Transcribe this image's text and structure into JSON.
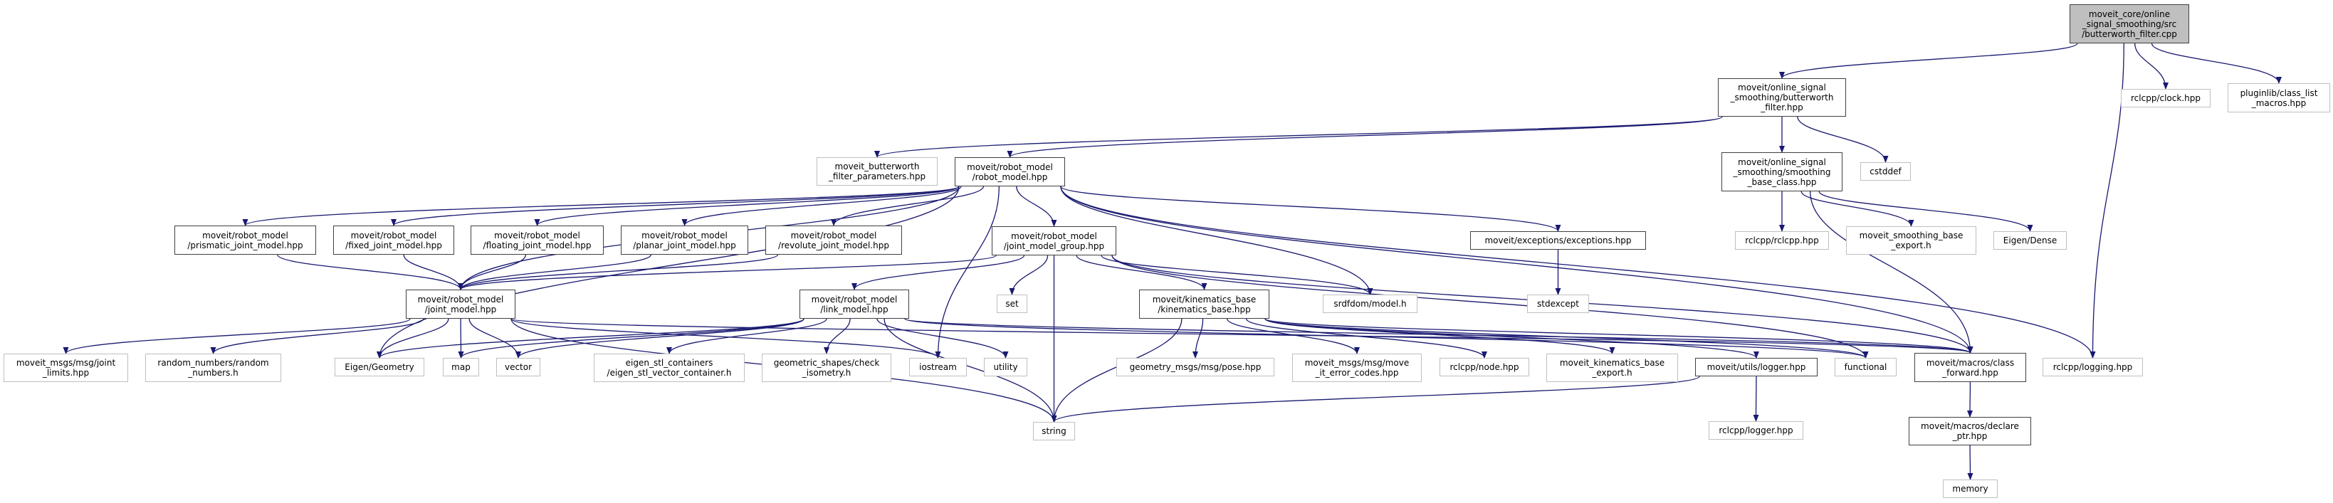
{
  "colors": {
    "edge": "#191970",
    "documented_border": "#404040",
    "external_border": "#bfbfbf",
    "root_fill": "#bfbfbf"
  },
  "nodes": [
    {
      "id": "main",
      "label": "moveit_core/online\n_signal_smoothing/src\n/butterworth_filter.cpp",
      "kind": "main"
    },
    {
      "id": "bw",
      "label": "moveit/online_signal\n_smoothing/butterworth\n_filter.hpp",
      "kind": "doc"
    },
    {
      "id": "clock",
      "label": "rclcpp/clock.hpp",
      "kind": "ext"
    },
    {
      "id": "classlist",
      "label": "pluginlib/class_list\n_macros.hpp",
      "kind": "ext"
    },
    {
      "id": "bwparams",
      "label": "moveit_butterworth\n_filter_parameters.hpp",
      "kind": "ext"
    },
    {
      "id": "robotmodel",
      "label": "moveit/robot_model\n/robot_model.hpp",
      "kind": "doc"
    },
    {
      "id": "smoothbase",
      "label": "moveit/online_signal\n_smoothing/smoothing\n_base_class.hpp",
      "kind": "doc"
    },
    {
      "id": "cstddef",
      "label": "cstddef",
      "kind": "ext"
    },
    {
      "id": "prismatic",
      "label": "moveit/robot_model\n/prismatic_joint_model.hpp",
      "kind": "doc"
    },
    {
      "id": "fixed",
      "label": "moveit/robot_model\n/fixed_joint_model.hpp",
      "kind": "doc"
    },
    {
      "id": "floating",
      "label": "moveit/robot_model\n/floating_joint_model.hpp",
      "kind": "doc"
    },
    {
      "id": "planar",
      "label": "moveit/robot_model\n/planar_joint_model.hpp",
      "kind": "doc"
    },
    {
      "id": "revolute",
      "label": "moveit/robot_model\n/revolute_joint_model.hpp",
      "kind": "doc"
    },
    {
      "id": "jmg",
      "label": "moveit/robot_model\n/joint_model_group.hpp",
      "kind": "doc"
    },
    {
      "id": "exceptions",
      "label": "moveit/exceptions/exceptions.hpp",
      "kind": "doc"
    },
    {
      "id": "rclcpphpp",
      "label": "rclcpp/rclcpp.hpp",
      "kind": "ext"
    },
    {
      "id": "smoothexport",
      "label": "moveit_smoothing_base\n_export.h",
      "kind": "ext"
    },
    {
      "id": "eigendense",
      "label": "Eigen/Dense",
      "kind": "ext"
    },
    {
      "id": "jointmodel",
      "label": "moveit/robot_model\n/joint_model.hpp",
      "kind": "doc"
    },
    {
      "id": "linkmodel",
      "label": "moveit/robot_model\n/link_model.hpp",
      "kind": "doc"
    },
    {
      "id": "set",
      "label": "set",
      "kind": "ext"
    },
    {
      "id": "kinbase",
      "label": "moveit/kinematics_base\n/kinematics_base.hpp",
      "kind": "doc"
    },
    {
      "id": "srdf",
      "label": "srdfdom/model.h",
      "kind": "ext"
    },
    {
      "id": "stdexcept",
      "label": "stdexcept",
      "kind": "ext"
    },
    {
      "id": "jointlimits",
      "label": "moveit_msgs/msg/joint\n_limits.hpp",
      "kind": "ext"
    },
    {
      "id": "random",
      "label": "random_numbers/random\n_numbers.h",
      "kind": "ext"
    },
    {
      "id": "eigengeom",
      "label": "Eigen/Geometry",
      "kind": "ext"
    },
    {
      "id": "map",
      "label": "map",
      "kind": "ext"
    },
    {
      "id": "vector",
      "label": "vector",
      "kind": "ext"
    },
    {
      "id": "eigenstl",
      "label": "eigen_stl_containers\n/eigen_stl_vector_container.h",
      "kind": "ext"
    },
    {
      "id": "geomshapes",
      "label": "geometric_shapes/check\n_isometry.h",
      "kind": "ext"
    },
    {
      "id": "iostream",
      "label": "iostream",
      "kind": "ext"
    },
    {
      "id": "utility",
      "label": "utility",
      "kind": "ext"
    },
    {
      "id": "pose",
      "label": "geometry_msgs/msg/pose.hpp",
      "kind": "ext"
    },
    {
      "id": "errcodes",
      "label": "moveit_msgs/msg/move\n_it_error_codes.hpp",
      "kind": "ext"
    },
    {
      "id": "node",
      "label": "rclcpp/node.hpp",
      "kind": "ext"
    },
    {
      "id": "kinexport",
      "label": "moveit_kinematics_base\n_export.h",
      "kind": "ext"
    },
    {
      "id": "utilslogger",
      "label": "moveit/utils/logger.hpp",
      "kind": "doc"
    },
    {
      "id": "functional",
      "label": "functional",
      "kind": "ext"
    },
    {
      "id": "classfwd",
      "label": "moveit/macros/class\n_forward.hpp",
      "kind": "doc"
    },
    {
      "id": "logging",
      "label": "rclcpp/logging.hpp",
      "kind": "ext"
    },
    {
      "id": "string",
      "label": "string",
      "kind": "ext"
    },
    {
      "id": "rclcpplogger",
      "label": "rclcpp/logger.hpp",
      "kind": "ext"
    },
    {
      "id": "declareptr",
      "label": "moveit/macros/declare\n_ptr.hpp",
      "kind": "doc"
    },
    {
      "id": "memory",
      "label": "memory",
      "kind": "ext"
    }
  ],
  "edges": [
    [
      "main",
      "bw"
    ],
    [
      "main",
      "clock"
    ],
    [
      "main",
      "classlist"
    ],
    [
      "main",
      "logging"
    ],
    [
      "bw",
      "bwparams"
    ],
    [
      "bw",
      "robotmodel"
    ],
    [
      "bw",
      "smoothbase"
    ],
    [
      "bw",
      "cstddef"
    ],
    [
      "smoothbase",
      "rclcpphpp"
    ],
    [
      "smoothbase",
      "smoothexport"
    ],
    [
      "smoothbase",
      "eigendense"
    ],
    [
      "smoothbase",
      "classfwd"
    ],
    [
      "robotmodel",
      "prismatic"
    ],
    [
      "robotmodel",
      "fixed"
    ],
    [
      "robotmodel",
      "floating"
    ],
    [
      "robotmodel",
      "planar"
    ],
    [
      "robotmodel",
      "revolute"
    ],
    [
      "robotmodel",
      "jointmodel"
    ],
    [
      "robotmodel",
      "jmg"
    ],
    [
      "robotmodel",
      "exceptions"
    ],
    [
      "robotmodel",
      "srdf"
    ],
    [
      "robotmodel",
      "logging"
    ],
    [
      "robotmodel",
      "eigengeom"
    ],
    [
      "robotmodel",
      "iostream"
    ],
    [
      "robotmodel",
      "classfwd"
    ],
    [
      "prismatic",
      "jointmodel"
    ],
    [
      "fixed",
      "jointmodel"
    ],
    [
      "floating",
      "jointmodel"
    ],
    [
      "planar",
      "jointmodel"
    ],
    [
      "revolute",
      "jointmodel"
    ],
    [
      "jmg",
      "jointmodel"
    ],
    [
      "jmg",
      "linkmodel"
    ],
    [
      "jmg",
      "set"
    ],
    [
      "jmg",
      "string"
    ],
    [
      "jmg",
      "kinbase"
    ],
    [
      "jmg",
      "srdf"
    ],
    [
      "jmg",
      "classfwd"
    ],
    [
      "jmg",
      "functional"
    ],
    [
      "jointmodel",
      "jointlimits"
    ],
    [
      "jointmodel",
      "random"
    ],
    [
      "jointmodel",
      "eigengeom"
    ],
    [
      "jointmodel",
      "map"
    ],
    [
      "jointmodel",
      "vector"
    ],
    [
      "jointmodel",
      "string"
    ],
    [
      "jointmodel",
      "iostream"
    ],
    [
      "jointmodel",
      "classfwd"
    ],
    [
      "linkmodel",
      "eigengeom"
    ],
    [
      "linkmodel",
      "map"
    ],
    [
      "linkmodel",
      "vector"
    ],
    [
      "linkmodel",
      "eigenstl"
    ],
    [
      "linkmodel",
      "geomshapes"
    ],
    [
      "linkmodel",
      "utility"
    ],
    [
      "linkmodel",
      "string"
    ],
    [
      "linkmodel",
      "classfwd"
    ],
    [
      "linkmodel",
      "functional"
    ],
    [
      "kinbase",
      "string"
    ],
    [
      "kinbase",
      "pose"
    ],
    [
      "kinbase",
      "errcodes"
    ],
    [
      "kinbase",
      "node"
    ],
    [
      "kinbase",
      "kinexport"
    ],
    [
      "kinbase",
      "utilslogger"
    ],
    [
      "kinbase",
      "functional"
    ],
    [
      "kinbase",
      "classfwd"
    ],
    [
      "exceptions",
      "stdexcept"
    ],
    [
      "utilslogger",
      "rclcpplogger"
    ],
    [
      "utilslogger",
      "string"
    ],
    [
      "classfwd",
      "declareptr"
    ],
    [
      "declareptr",
      "memory"
    ]
  ]
}
